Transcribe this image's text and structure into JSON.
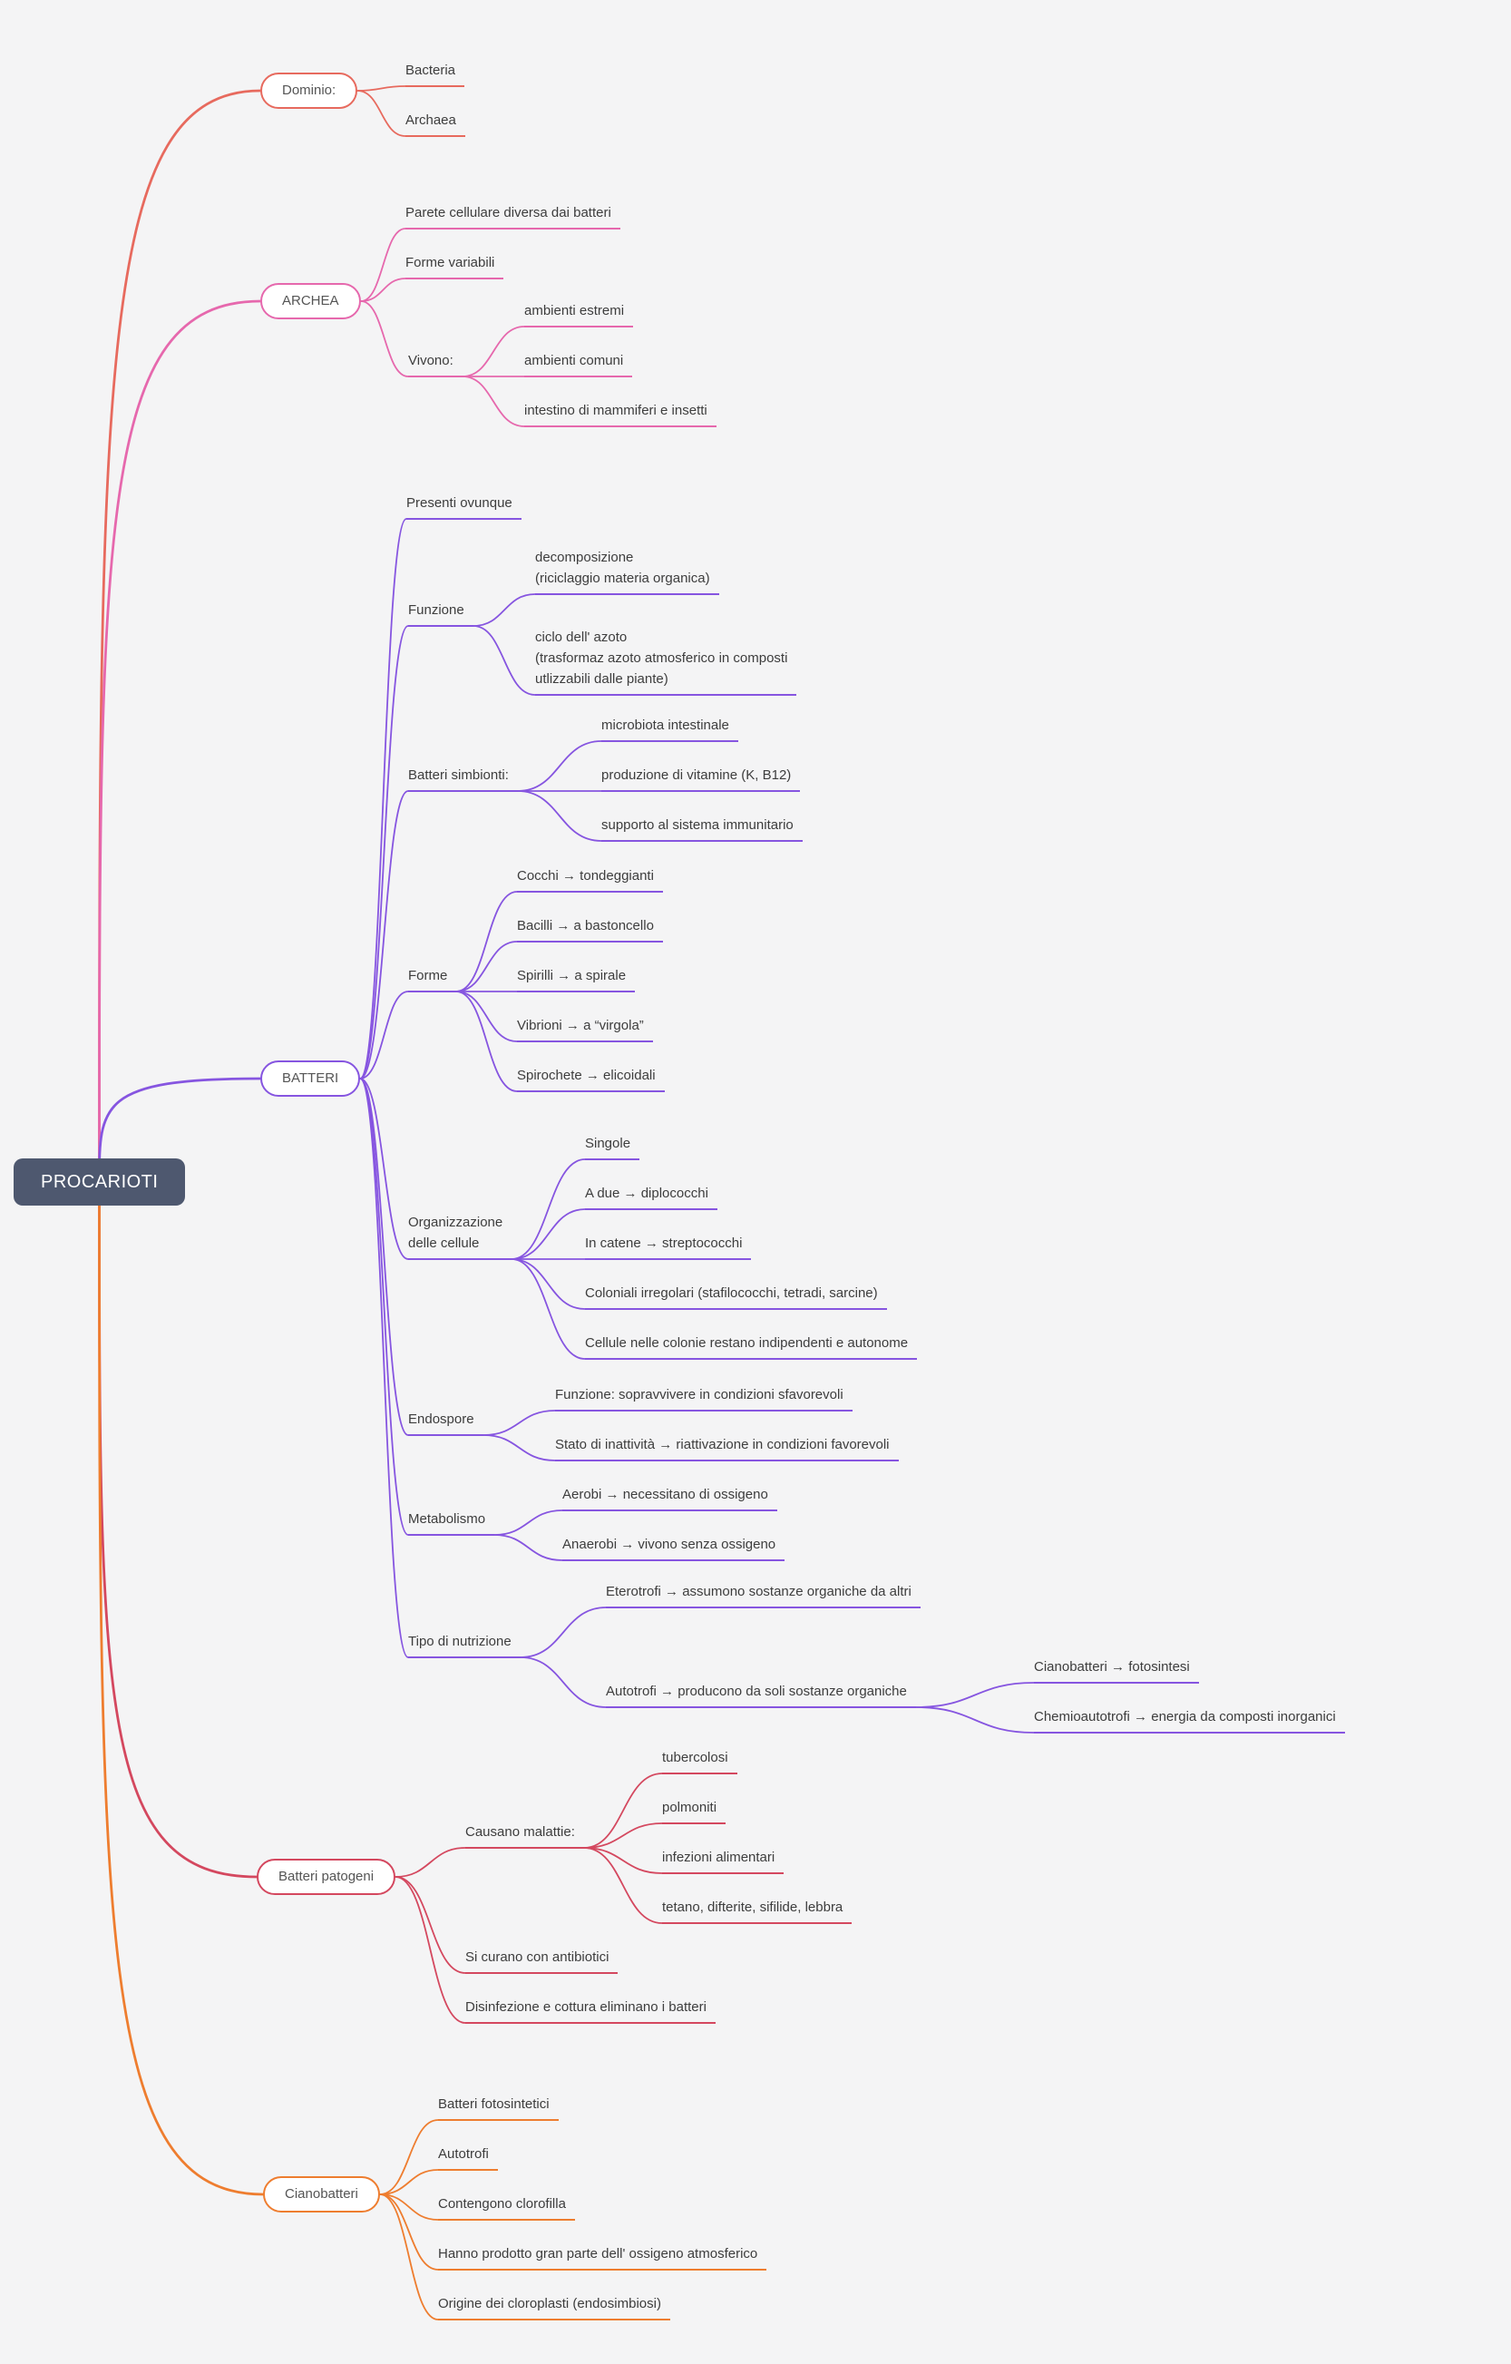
{
  "root": {
    "label": "PROCARIOTI"
  },
  "colors": {
    "background": "#f4f4f5",
    "root_bg": "#4e586f",
    "dominio": "#e76a5e",
    "archea": "#e668ad",
    "batteri": "#8655e0",
    "patogeni": "#d4485f",
    "ciano": "#ee7d2f"
  },
  "dominio": {
    "label": "Dominio:",
    "bacteria": "Bacteria",
    "archaea": "Archaea"
  },
  "archea": {
    "label": "ARCHEA",
    "parete": "Parete cellulare diversa dai batteri",
    "forme": "Forme variabili",
    "vivono": "Vivono:",
    "ambienti_estremi": "ambienti estremi",
    "ambienti_comuni": "ambienti comuni",
    "intestino": "intestino di mammiferi e insetti"
  },
  "batteri": {
    "label": "BATTERI",
    "presenti": "Presenti ovunque",
    "funzione": "Funzione",
    "decomposizione": "decomposizione\n(riciclaggio materia organica)",
    "ciclo_azoto": "ciclo dell' azoto\n(trasformaz azoto atmosferico in composti\nutlizzabili dalle piante)",
    "simbionti": "Batteri simbionti:",
    "microbiota": "microbiota intestinale",
    "vitamine": "produzione di vitamine (K, B12)",
    "immunitario": "supporto al sistema immunitario",
    "forme": "Forme",
    "cocchi": "Cocchi → tondeggianti",
    "bacilli": "Bacilli → a bastoncello",
    "spirilli": "Spirilli → a spirale",
    "vibrioni": "Vibrioni → a “virgola”",
    "spirochete": "Spirochete → elicoidali",
    "organizzazione": "Organizzazione\ndelle cellule",
    "singole": "Singole",
    "a_due": "A due → diplococchi",
    "in_catene": "In catene → streptococchi",
    "coloniali": "Coloniali irregolari (stafilococchi, tetradi, sarcine)",
    "cellule_colonie": "Cellule nelle colonie restano indipendenti e autonome",
    "endospore": "Endospore",
    "endospore_funzione": "Funzione: sopravvivere in condizioni sfavorevoli",
    "endospore_stato": "Stato di inattività → riattivazione in condizioni favorevoli",
    "metabolismo": "Metabolismo",
    "aerobi": "Aerobi → necessitano di ossigeno",
    "anaerobi": "Anaerobi → vivono senza ossigeno",
    "nutrizione": "Tipo di nutrizione",
    "eterotrofi": "Eterotrofi → assumono sostanze organiche da altri",
    "autotrofi": "Autotrofi → producono da soli sostanze organiche",
    "cianobatteri_foto": "Cianobatteri → fotosintesi",
    "chemioautotrofi": "Chemioautotrofi → energia da composti inorganici"
  },
  "patogeni": {
    "label": "Batteri patogeni",
    "malattie": "Causano malattie:",
    "tubercolosi": "tubercolosi",
    "polmoniti": "polmoniti",
    "infezioni": "infezioni alimentari",
    "tetano": "tetano, difterite, sifilide, lebbra",
    "antibiotici": "Si curano con antibiotici",
    "disinfezione": "Disinfezione e cottura eliminano i batteri"
  },
  "ciano": {
    "label": "Cianobatteri",
    "fotosintetici": "Batteri fotosintetici",
    "autotrofi": "Autotrofi",
    "clorofilla": "Contengono clorofilla",
    "ossigeno": "Hanno prodotto gran parte dell' ossigeno atmosferico",
    "cloroplasti": "Origine dei cloroplasti (endosimbiosi)"
  }
}
